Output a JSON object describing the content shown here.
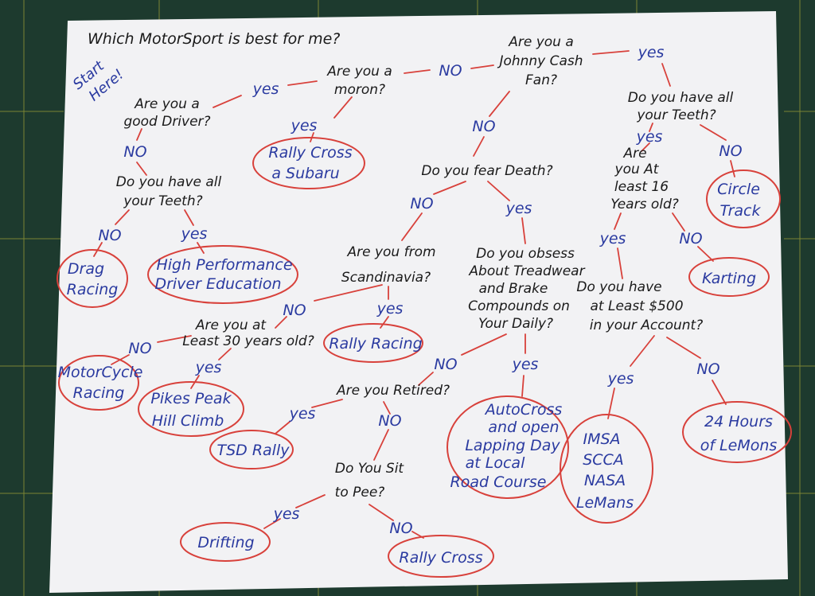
{
  "title": "Which MotorSport is best for me?",
  "start_note": [
    "Start",
    "Here!"
  ],
  "questions": {
    "good_driver": [
      "Are you a",
      "good Driver?"
    ],
    "moron": [
      "Are you a",
      "moron?"
    ],
    "johnny_cash": [
      "Are you a",
      "Johnny Cash",
      "Fan?"
    ],
    "teeth_left": [
      "Do you have all",
      "your Teeth?"
    ],
    "teeth_right": [
      "Do you have all",
      "your Teeth?"
    ],
    "fear_death": [
      "Do you fear Death?"
    ],
    "age_16": [
      "Are",
      "you At",
      "least 16",
      "Years old?"
    ],
    "scandinavia": [
      "Are you from",
      "Scandinavia?"
    ],
    "treadwear": [
      "Do you obsess",
      "About Treadwear",
      "and Brake",
      "Compounds on",
      "Your Daily?"
    ],
    "money_500": [
      "Do you have",
      "at Least $500",
      "in your Account?"
    ],
    "age_30": [
      "Are you at",
      "Least 30 years old?"
    ],
    "retired": [
      "Are you Retired?"
    ],
    "sit_to_pee": [
      "Do You Sit",
      "to Pee?"
    ]
  },
  "answers": {
    "yes": "yes",
    "no": "NO"
  },
  "results": {
    "rally_cross_subaru": [
      "Rally Cross",
      "a Subaru"
    ],
    "drag_racing": [
      "Drag",
      "Racing"
    ],
    "hpde": [
      "High Performance",
      "Driver Education"
    ],
    "circle_track": [
      "Circle",
      "Track"
    ],
    "karting": [
      "Karting"
    ],
    "rally_racing": [
      "Rally Racing"
    ],
    "motorcycle_racing": [
      "MotorCycle",
      "Racing"
    ],
    "pikes_peak": [
      "Pikes Peak",
      "Hill Climb"
    ],
    "tsd_rally": [
      "TSD Rally"
    ],
    "autocross": [
      "AutoCross",
      "and open",
      "Lapping Day",
      "at Local",
      "Road Course"
    ],
    "imsa": [
      "IMSA",
      "SCCA",
      "NASA",
      "LeMans"
    ],
    "lemons": [
      "24 Hours",
      "of LeMons"
    ],
    "drifting": [
      "Drifting"
    ],
    "rally_cross": [
      "Rally Cross"
    ]
  },
  "colors": {
    "paper": "#f2f2f4",
    "mat": "#1d3a2e",
    "grid": "#c9c23a",
    "ink_black": "#1a1a1a",
    "ink_blue": "#2a3aa0",
    "ink_red": "#d8413b"
  }
}
